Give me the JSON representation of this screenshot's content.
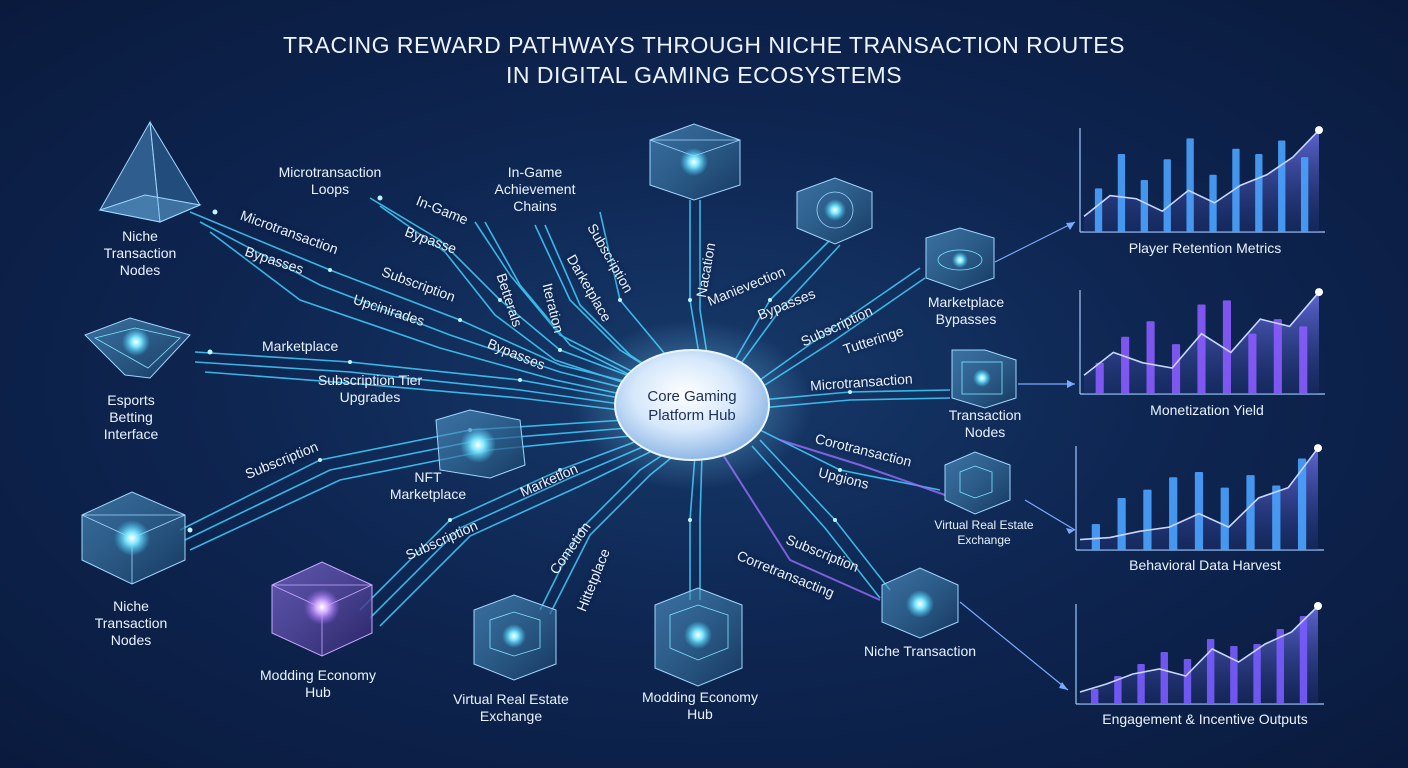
{
  "title": {
    "line1": "TRACING REWARD PATHWAYS THROUGH NICHE TRANSACTION ROUTES",
    "line2": "IN DIGITAL GAMING ECOSYSTEMS"
  },
  "hub": {
    "label": "Core Gaming Platform Hub"
  },
  "nodes": {
    "niche_tl": "Niche Transaction Nodes",
    "esports": "Esports Betting Interface",
    "nft": "NFT Marketplace",
    "niche_bl": "Niche Transaction Nodes",
    "modding_l": "Modding Economy Hub",
    "vre_b": "Virtual Real Estate Exchange",
    "modding_b": "Modding Economy Hub",
    "niche_br": "Niche Transaction",
    "vre_r": "Virtual Real Estate Exchange",
    "transaction_r": "Transaction Nodes",
    "marketplace_r": "Marketplace Bypasses"
  },
  "path_labels": {
    "microtransaction_loops": "Microtransaction Loops",
    "in_game_achievement": "In-Game Achievement Chains",
    "in_game": "In-Game",
    "bypasse": "Bypasse",
    "microtransaction": "Microtransaction",
    "bypasses_l": "Bypasses",
    "subscription_1": "Subscription",
    "upgrades_1": "Upcinirades",
    "betterals": "Betterals",
    "iteration": "Iteration",
    "subscription_v": "Subscription",
    "darketplace": "Darketplace",
    "nacation": "Nacation",
    "manievection": "Manievection",
    "bypasses_r": "Bypasses",
    "subscription_r": "Subscription",
    "tuttetinge": "Tutteringe",
    "marketplace_l": "Marketplace",
    "subscription_tier": "Subscription Tier Upgrades",
    "bypasses_c": "Bypasses",
    "microtransaction_r": "Microtransaction",
    "subscription_bl": "Subscription",
    "marketion": "Marketion",
    "corotransaction": "Corotransaction",
    "upgions": "Upgions",
    "subscription_b": "Subscription",
    "cometion": "Cometion",
    "hittetplace": "Hittetplace",
    "subscription_br": "Subscription",
    "corretransacting": "Corretransacting"
  },
  "colors": {
    "accent": "#3fd0ff",
    "purple": "#9b6cff",
    "blue_bar": "#4aa3ff"
  },
  "chart_data": [
    {
      "type": "bar",
      "title": "Player Retention Metrics",
      "values": [
        42,
        75,
        50,
        70,
        90,
        55,
        80,
        75,
        88,
        72
      ],
      "trend": [
        15,
        35,
        32,
        20,
        40,
        28,
        45,
        55,
        72,
        98
      ],
      "ylim": [
        0,
        100
      ],
      "bar_color": "#4aa3ff"
    },
    {
      "type": "bar",
      "title": "Monetization Yield",
      "values": [
        30,
        55,
        70,
        48,
        86,
        90,
        58,
        72,
        65
      ],
      "trend": [
        18,
        40,
        30,
        25,
        58,
        40,
        72,
        65,
        98
      ],
      "ylim": [
        0,
        100
      ],
      "bar_color": "#8a5cff"
    },
    {
      "type": "bar",
      "title": "Behavioral Data Harvest",
      "values": [
        25,
        50,
        58,
        70,
        75,
        60,
        72,
        62,
        88
      ],
      "trend": [
        10,
        12,
        18,
        22,
        35,
        22,
        50,
        60,
        98
      ],
      "ylim": [
        0,
        100
      ],
      "bar_color": "#4aa3ff"
    },
    {
      "type": "bar",
      "title": "Engagement & Incentive Outputs",
      "values": [
        15,
        28,
        40,
        52,
        45,
        65,
        58,
        60,
        75,
        88
      ],
      "trend": [
        12,
        20,
        30,
        35,
        28,
        55,
        42,
        60,
        72,
        98
      ],
      "ylim": [
        0,
        100
      ],
      "bar_color": "#7a5cff"
    }
  ]
}
